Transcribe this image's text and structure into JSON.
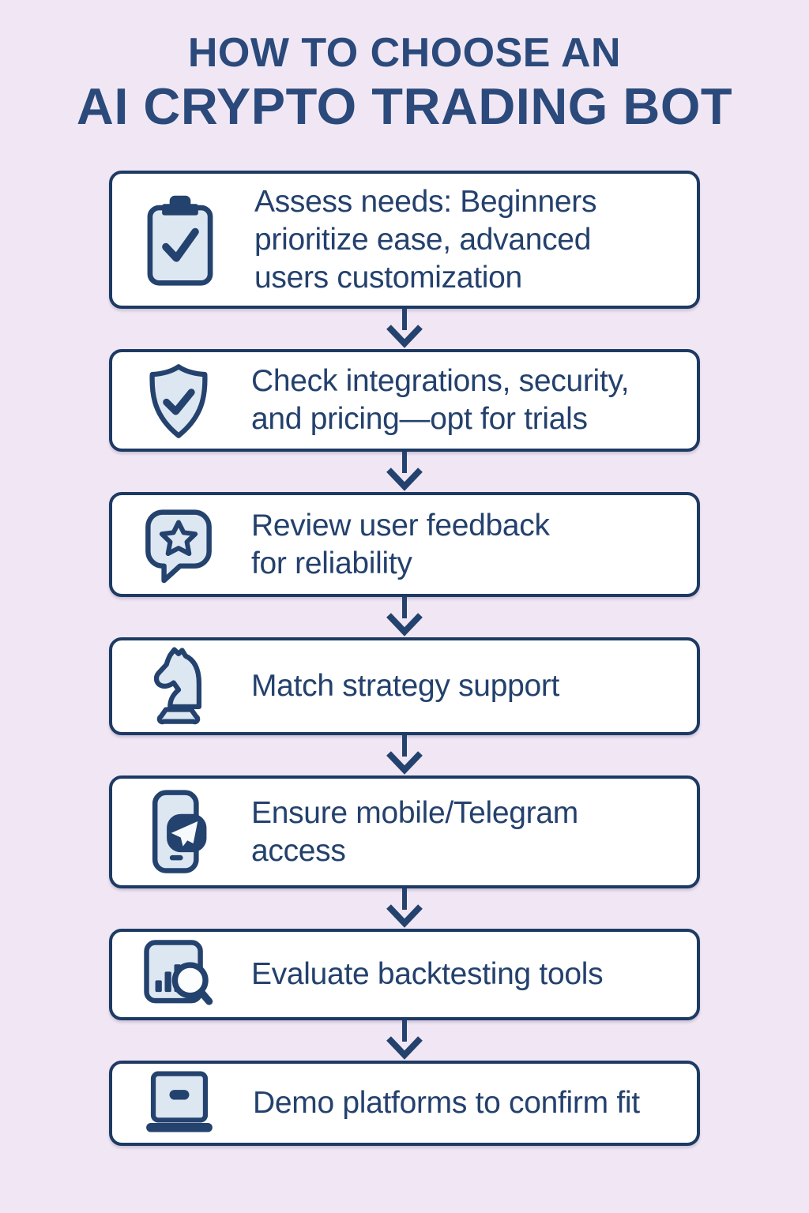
{
  "colors": {
    "background": "#f1e7f4",
    "navy": "#1d3a63",
    "title_text": "#2b4a7b",
    "body_text": "#24416d",
    "card_background": "#ffffff",
    "icon_fill": "#dde7f2"
  },
  "title": {
    "line1": "HOW TO CHOOSE AN",
    "line2": "AI CRYPTO TRADING BOT"
  },
  "steps": [
    {
      "icon": "clipboard-check-icon",
      "text": "Assess needs: Beginners\nprioritize ease, advanced\nusers customization"
    },
    {
      "icon": "shield-check-icon",
      "text": "Check integrations, security,\nand pricing—opt for trials"
    },
    {
      "icon": "feedback-star-bubble-icon",
      "text": "Review user feedback\nfor reliability"
    },
    {
      "icon": "chess-knight-icon",
      "text": "Match strategy support"
    },
    {
      "icon": "phone-telegram-icon",
      "text": "Ensure mobile/Telegram\naccess"
    },
    {
      "icon": "backtesting-search-chart-icon",
      "text": "Evaluate backtesting tools"
    },
    {
      "icon": "laptop-demo-icon",
      "text": "Demo platforms to confirm fit"
    }
  ],
  "connector": {
    "icon": "arrow-down-icon"
  }
}
